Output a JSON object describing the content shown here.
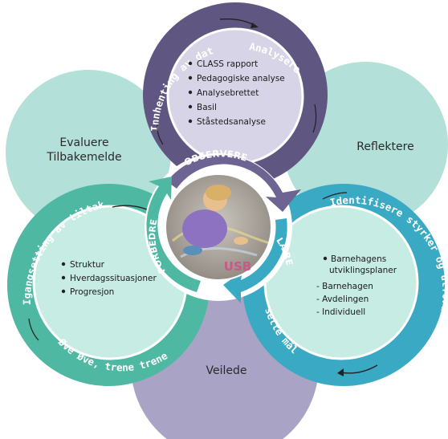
{
  "colors": {
    "light_teal": "#b3e0d8",
    "light_purple": "#a9a3c5",
    "dark_purple": "#5f5682",
    "mid_purple": "#6d6494",
    "dark_teal": "#4fb8a2",
    "blue_teal": "#3aa9c4",
    "mint_inner": "#c6ece4",
    "inner_light": "#d8d4e8"
  },
  "left_petal": {
    "line1": "Evaluere",
    "line2": "Tilbakemelde"
  },
  "right_petal": {
    "label": "Reflektere"
  },
  "bottom_petal": {
    "label": "Veilede"
  },
  "top_circle": {
    "arc_left": "Innhenting av data",
    "arc_right": "Analysere",
    "items": [
      "CLASS rapport",
      "Pedagogiske analyse",
      "Analysebrettet",
      "Basil",
      "Ståstedsanalyse"
    ]
  },
  "left_circle": {
    "arc_top": "Igangsetting av tiltak",
    "arc_bottom": "Øve Øve, trene trene",
    "items": [
      "Struktur",
      "Hverdagssituasjoner",
      "Progresjon"
    ]
  },
  "right_circle": {
    "arc_top": "Identifisere styrker og utfordringer",
    "arc_bottom": "sette mål",
    "bullet_item": "Barnehagens utviklingsplaner",
    "bullet_line1": "Barnehagens",
    "bullet_line2": "utviklingsplaner",
    "dash_items": [
      "- Barnehagen",
      "- Avdelingen",
      "- Individuell"
    ]
  },
  "center": {
    "ring_top": "OBSERVERE",
    "ring_left": "FORBEDRE",
    "ring_right": "LÆRE",
    "logo": "USB"
  }
}
